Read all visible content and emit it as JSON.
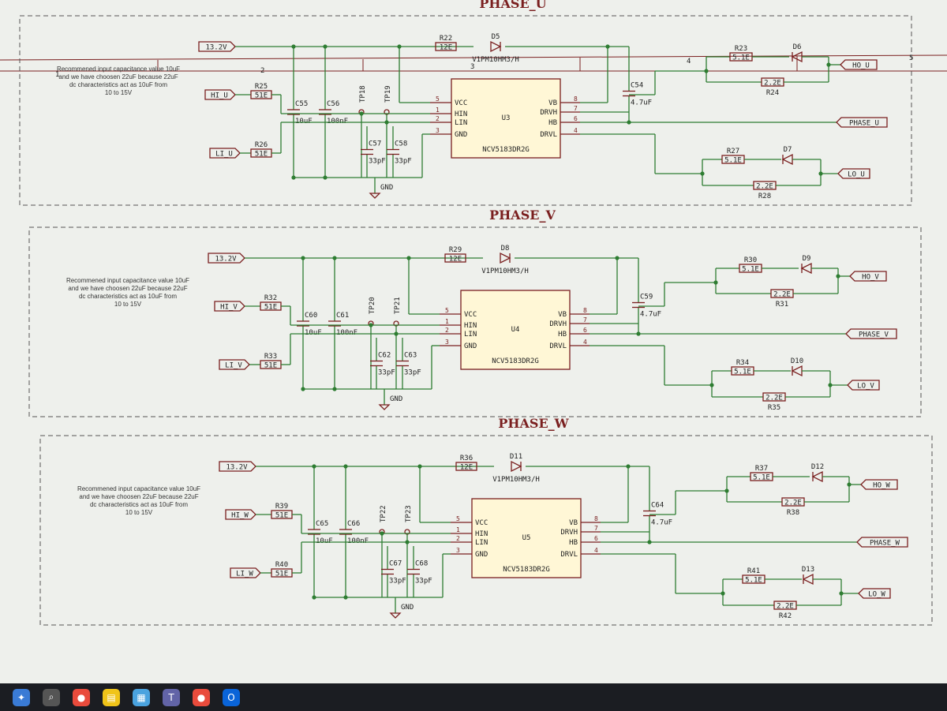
{
  "border": {
    "columns": [
      "1",
      "2",
      "3",
      "4",
      "5"
    ]
  },
  "supply_label": "13.2V",
  "gnd_label": "GND",
  "note_lines": [
    "Recommened input capacitance value 10uF",
    "and we have choosen 22uF because 22uF",
    "dc characteristics act as 10uF from",
    "10 to 15V"
  ],
  "ic_part": "NCV5183DR2G",
  "ic_pins_left": [
    "VCC",
    "HIN",
    "LIN",
    "GND"
  ],
  "ic_pins_right": [
    "VB",
    "DRVH",
    "HB",
    "DRVL"
  ],
  "ic_pin_nums_left": [
    "5",
    "1",
    "2",
    "3"
  ],
  "ic_pin_nums_right": [
    "8",
    "7",
    "6",
    "4"
  ],
  "diode_part": "V1PM10HM3/H",
  "res_12": "12E",
  "res_51": "51E",
  "res_5_1": "5.1E",
  "res_2_2": "2.2E",
  "cap_10u": "10uF",
  "cap_100n": "100nF",
  "cap_33p": "33pF",
  "cap_4_7u": "4.7uF",
  "phases": [
    {
      "title": "PHASE_U",
      "ic": "U3",
      "refs": {
        "rboot": "R22",
        "dboot": "D5",
        "rhin": "R25",
        "rlin": "R26",
        "c1": "C55",
        "c2": "C56",
        "c3": "C57",
        "c4": "C58",
        "cboot": "C54",
        "tp1": "TP18",
        "tp2": "TP19",
        "rh1": "R23",
        "dh": "D6",
        "rh2": "R24",
        "rl1": "R27",
        "dl": "D7",
        "rl2": "R28"
      },
      "nets": {
        "hi": "HI_U",
        "li": "LI_U",
        "ho": "HO_U",
        "phase": "PHASE_U",
        "lo": "LO_U"
      }
    },
    {
      "title": "PHASE_V",
      "ic": "U4",
      "refs": {
        "rboot": "R29",
        "dboot": "D8",
        "rhin": "R32",
        "rlin": "R33",
        "c1": "C60",
        "c2": "C61",
        "c3": "C62",
        "c4": "C63",
        "cboot": "C59",
        "tp1": "TP20",
        "tp2": "TP21",
        "rh1": "R30",
        "dh": "D9",
        "rh2": "R31",
        "rl1": "R34",
        "dl": "D10",
        "rl2": "R35"
      },
      "nets": {
        "hi": "HI_V",
        "li": "LI_V",
        "ho": "HO_V",
        "phase": "PHASE_V",
        "lo": "LO_V"
      }
    },
    {
      "title": "PHASE_W",
      "ic": "U5",
      "refs": {
        "rboot": "R36",
        "dboot": "D11",
        "rhin": "R39",
        "rlin": "R40",
        "c1": "C65",
        "c2": "C66",
        "c3": "C67",
        "c4": "C68",
        "cboot": "C64",
        "tp1": "TP22",
        "tp2": "TP23",
        "rh1": "R37",
        "dh": "D12",
        "rh2": "R38",
        "rl1": "R41",
        "dl": "D13",
        "rl2": "R42"
      },
      "nets": {
        "hi": "HI_W",
        "li": "LI_W",
        "ho": "HO_W",
        "phase": "PHASE_W",
        "lo": "LO_W"
      }
    }
  ],
  "taskbar": {
    "icons": [
      "start-icon",
      "search-icon",
      "chrome-icon",
      "file-explorer-icon",
      "calendar-icon",
      "teams-icon",
      "chrome-app-icon",
      "outlook-icon"
    ]
  }
}
